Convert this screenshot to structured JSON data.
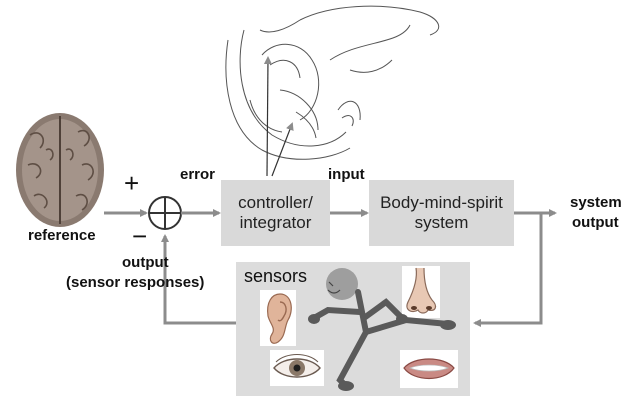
{
  "labels": {
    "reference": "reference",
    "error": "error",
    "input": "input",
    "system_output_1": "system",
    "system_output_2": "output",
    "feedback_output_1": "output",
    "feedback_output_2": "(sensor responses)",
    "plus_sign": "+",
    "minus_sign": "−",
    "sensors": "sensors"
  },
  "blocks": {
    "controller": {
      "line1": "controller/",
      "line2": "integrator"
    },
    "system": {
      "line1": "Body-mind-spirit",
      "line2": "system"
    }
  },
  "icons": [
    "brain-top-view-icon",
    "head-brain-sagittal-icon",
    "summing-junction-icon",
    "running-figure-icon",
    "ear-icon",
    "nose-icon",
    "eye-icon",
    "mouth-icon"
  ],
  "colors": {
    "arrow": "#8c8c8c",
    "block_fill": "#d9d9d9",
    "panel_fill": "#dcdcdc"
  }
}
